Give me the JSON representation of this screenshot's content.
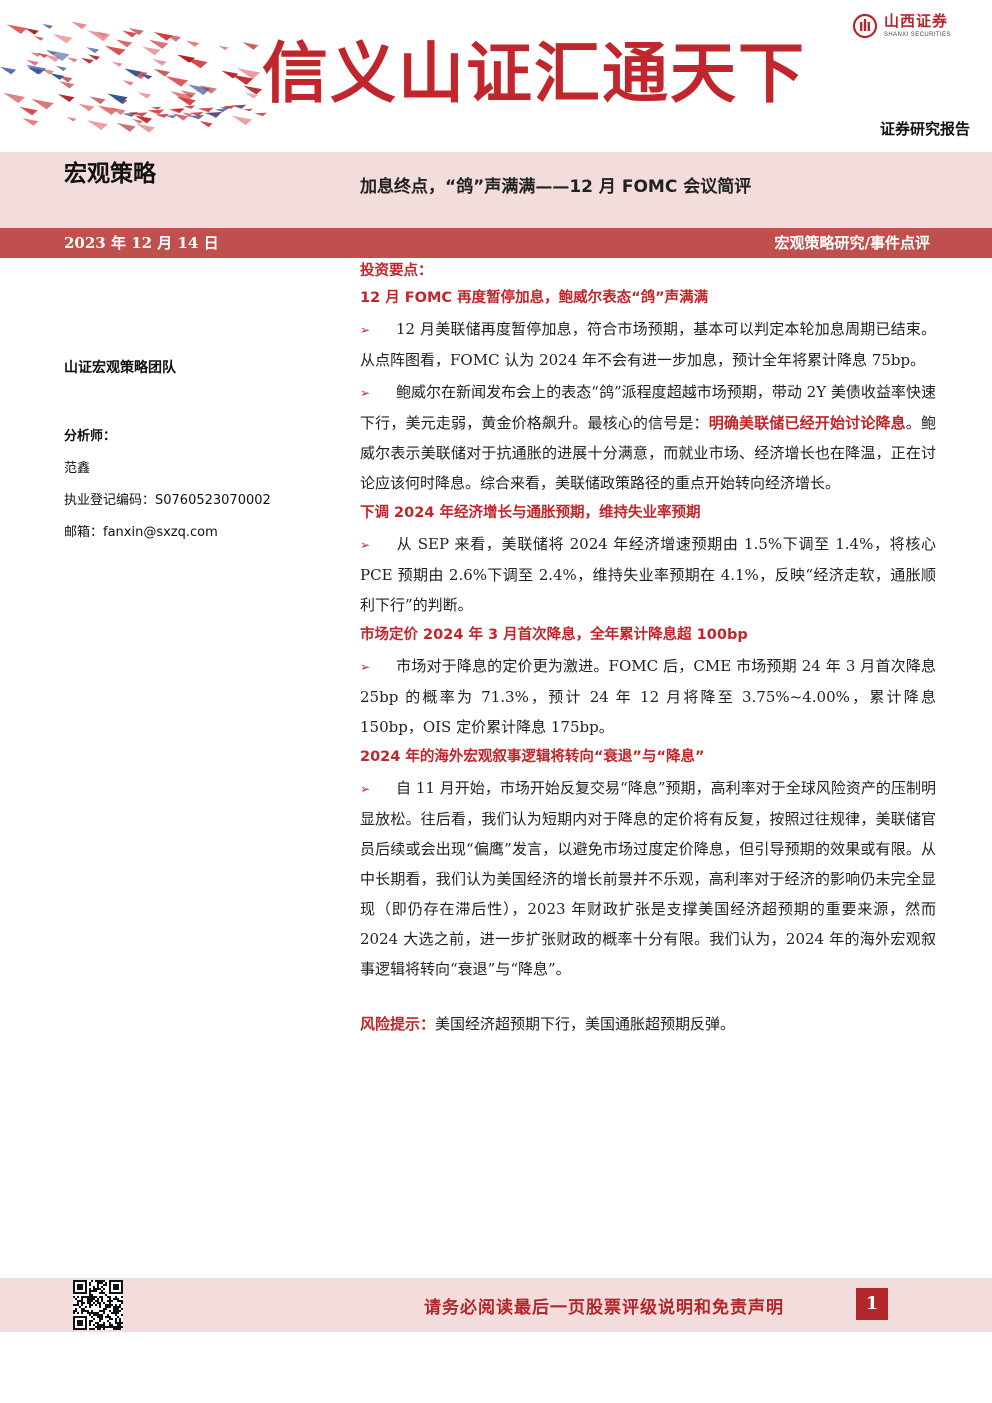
{
  "header": {
    "slogan": "信义山证汇通天下",
    "logo_cn": "山西证券",
    "logo_en": "SHANXI SECURITIES",
    "report_type": "证券研究报告"
  },
  "band": {
    "section_title": "宏观策略",
    "headline": "加息终点，“鸽”声满满——12 月 FOMC 会议简评"
  },
  "date_bar": {
    "date": "2023 年 12 月 14 日",
    "category": "宏观策略研究/事件点评"
  },
  "sidebar": {
    "team": "山证宏观策略团队",
    "analyst_label": "分析师：",
    "analyst_name": "范鑫",
    "registration": "执业登记编码：S0760523070002",
    "email": "邮箱：fanxin@sxzq.com"
  },
  "main": {
    "title": "投资要点：",
    "h1": "12 月 FOMC 再度暂停加息，鲍威尔表态“鸽”声满满",
    "p1": "12 月美联储再度暂停加息，符合市场预期，基本可以判定本轮加息周期已结束。从点阵图看，FOMC 认为 2024 年不会有进一步加息，预计全年将累计降息 75bp。",
    "p2_a": "鲍威尔在新闻发布会上的表态“鸽”派程度超越市场预期，带动 2Y 美债收益率快速下行，美元走弱，黄金价格飙升。最核心的信号是：",
    "p2_hl": "明确美联储已经开始讨论降息",
    "p2_b": "。鲍威尔表示美联储对于抗通胀的进展十分满意，而就业市场、经济增长也在降温，正在讨论应该何时降息。综合来看，美联储政策路径的重点开始转向经济增长。",
    "h2": "下调 2024 年经济增长与通胀预期，维持失业率预期",
    "p3": "从 SEP 来看，美联储将 2024 年经济增速预期由 1.5%下调至 1.4%，将核心 PCE 预期由 2.6%下调至 2.4%，维持失业率预期在 4.1%，反映“经济走软，通胀顺利下行”的判断。",
    "h3": "市场定价 2024 年 3 月首次降息，全年累计降息超 100bp",
    "p4": "市场对于降息的定价更为激进。FOMC 后，CME 市场预期 24 年 3 月首次降息 25bp 的概率为 71.3%，预计 24 年 12 月将降至 3.75%~4.00%，累计降息 150bp，OIS 定价累计降息 175bp。",
    "h4": "2024 年的海外宏观叙事逻辑将转向“衰退”与“降息”",
    "p5": "自 11 月开始，市场开始反复交易“降息”预期，高利率对于全球风险资产的压制明显放松。往后看，我们认为短期内对于降息的定价将有反复，按照过往规律，美联储官员后续或会出现“偏鹰”发言，以避免市场过度定价降息，但引导预期的效果或有限。从中长期看，我们认为美国经济的增长前景并不乐观，高利率对于经济的影响仍未完全显现（即仍存在滞后性），2023 年财政扩张是支撑美国经济超预期的重要来源，然而 2024 大选之前，进一步扩张财政的概率十分有限。我们认为，2024 年的海外宏观叙事逻辑将转向“衰退”与“降息”。",
    "risk_label": "风险提示：",
    "risk_text": "美国经济超预期下行，美国通胀超预期反弹。",
    "bullet": "➢"
  },
  "footer": {
    "disclaimer": "请务必阅读最后一页股票评级说明和免责声明",
    "page": "1"
  },
  "colors": {
    "accent": "#c0262b",
    "band": "#f2dcdc",
    "date_bar": "#c0504d"
  }
}
